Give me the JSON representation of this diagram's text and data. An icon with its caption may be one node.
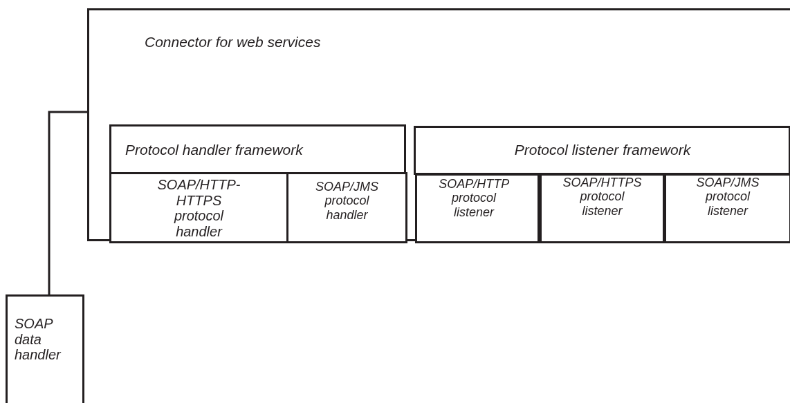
{
  "diagram": {
    "nodes": [
      {
        "text": [
          "Connector for web services"
        ]
      },
      {
        "text": [
          "Protocol handler framework"
        ],
        "in": 0
      },
      {
        "text": [
          "SOAP/HTTP-HTTPS protocol handler"
        ],
        "in": 0
      },
      {
        "text": [
          "SOAP/JMS protocol handler"
        ],
        "in": 0
      },
      {
        "text": [
          "Protocol listener framework"
        ],
        "in": 0
      },
      {
        "text": [
          "SOAP/HTTP protocol listener"
        ],
        "in": 0
      },
      {
        "text": [
          "SOAP/HTTPS protocol listener"
        ],
        "in": 0
      },
      {
        "text": [
          "SOAP/JMS protocol listener"
        ],
        "in": 0
      },
      {
        "text": [
          "SOAP data handler"
        ]
      }
    ],
    "edges": [
      {
        "from": 8,
        "to": 0,
        "arrow": "none"
      }
    ]
  }
}
